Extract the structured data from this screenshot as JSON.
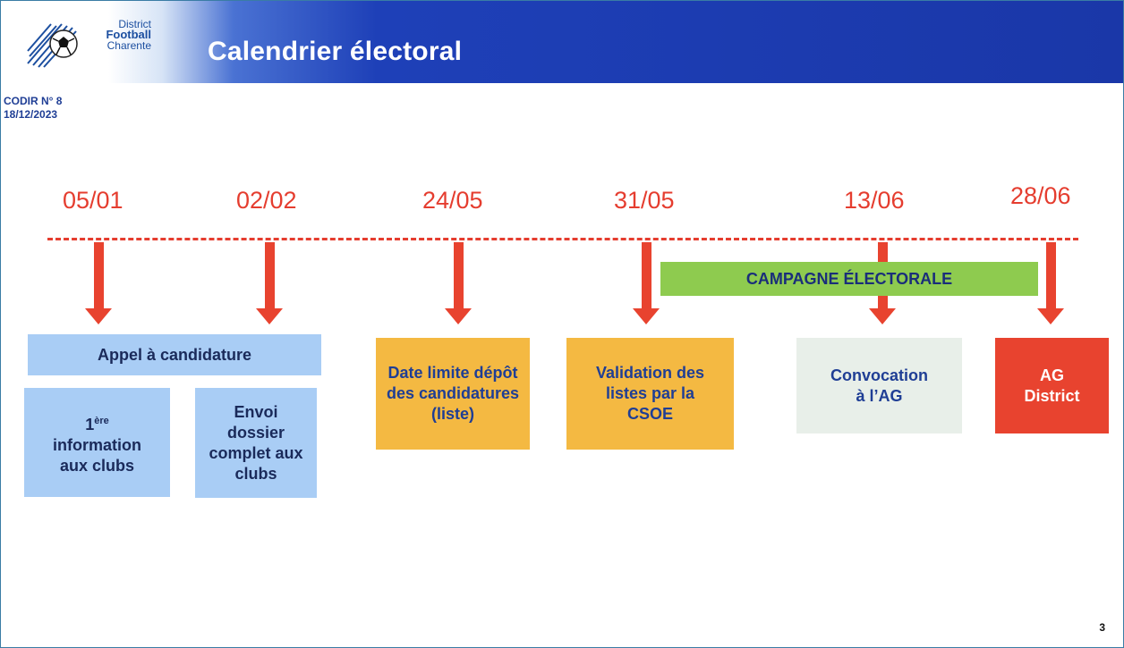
{
  "header": {
    "logo_lines": [
      "District",
      "Football",
      "Charente"
    ],
    "title": "Calendrier électoral"
  },
  "meta": {
    "codir": "CODIR N° 8",
    "date": "18/12/2023"
  },
  "timeline": {
    "dates": [
      "05/01",
      "02/02",
      "24/05",
      "31/05",
      "13/06",
      "28/06"
    ],
    "campaign_label": "CAMPAGNE ÉLECTORALE"
  },
  "boxes": {
    "appel": "Appel à candidature",
    "premiere_num": "1",
    "premiere_sup": "ère",
    "premiere_rest": "information aux clubs",
    "envoi": "Envoi dossier complet aux clubs",
    "date_limite": "Date limite dépôt des candidatures (liste)",
    "validation": "Validation des listes par la CSOE",
    "convocation": "Convocation à l’AG",
    "ag": "AG District"
  },
  "colors": {
    "accent_red": "#e8432f",
    "header_blue": "#1a37a8",
    "campaign_green": "#8ecb4f",
    "box_blue": "#a9cdf5",
    "box_orange": "#f4b942",
    "box_grey": "#e8efe9"
  },
  "icons": [
    "district-football-charente-logo",
    "down-arrow-icon"
  ],
  "page_number": "3"
}
